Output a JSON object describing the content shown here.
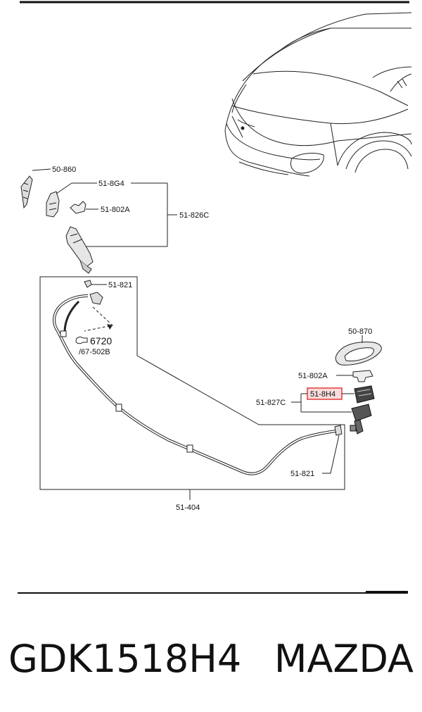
{
  "diagram": {
    "part_labels": {
      "p50_860": "50-860",
      "p51_8G4": "51-8G4",
      "p51_802A_top": "51-802A",
      "p51_826C": "51-826C",
      "p51_821_top": "51-821",
      "ref_6720": "6720",
      "ref_67_502B": "/67-502B",
      "p50_870": "50-870",
      "p51_802A_right": "51-802A",
      "p51_8H4": "51-8H4",
      "p51_827C": "51-827C",
      "p51_821_bottom": "51-821",
      "p51_404": "51-404"
    },
    "highlight_color": "#e23b3b",
    "highlight_fill": "#fbdcdc"
  },
  "caption": {
    "part_number": "GDK1518H4",
    "brand": "MAZDA"
  }
}
